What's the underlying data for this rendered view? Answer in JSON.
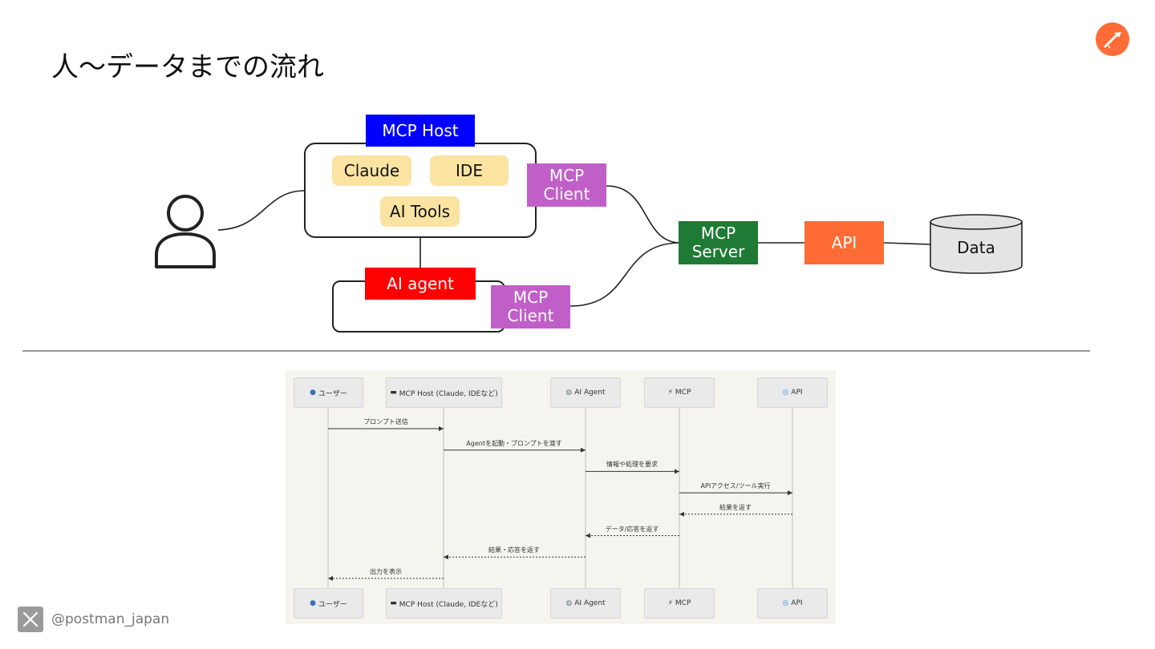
{
  "slide": {
    "title": "人〜データまでの流れ",
    "footer_handle": "@postman_japan"
  },
  "diagram": {
    "mcp_host": "MCP Host",
    "host_apps": [
      "Claude",
      "IDE",
      "AI Tools"
    ],
    "ai_agent": "AI agent",
    "mcp_client_1": [
      "MCP",
      "Client"
    ],
    "mcp_client_2": [
      "MCP",
      "Client"
    ],
    "mcp_server": [
      "MCP",
      "Server"
    ],
    "api": "API",
    "data": "Data"
  },
  "sequence": {
    "actors": [
      {
        "icon": "user-icon",
        "label": "ユーザー"
      },
      {
        "icon": "monitor-icon",
        "label": "MCP Host (Claude, IDEなど)"
      },
      {
        "icon": "robot-icon",
        "label": "AI Agent"
      },
      {
        "icon": "plug-icon",
        "label": "MCP"
      },
      {
        "icon": "globe-icon",
        "label": "API"
      }
    ],
    "messages": [
      {
        "from": 0,
        "to": 1,
        "label": "プロンプト送信",
        "style": "solid"
      },
      {
        "from": 1,
        "to": 2,
        "label": "Agentを起動・プロンプトを渡す",
        "style": "solid"
      },
      {
        "from": 2,
        "to": 3,
        "label": "情報や処理を要求",
        "style": "solid"
      },
      {
        "from": 3,
        "to": 4,
        "label": "APIアクセス/ツール実行",
        "style": "solid"
      },
      {
        "from": 4,
        "to": 3,
        "label": "結果を返す",
        "style": "dashed"
      },
      {
        "from": 3,
        "to": 2,
        "label": "データ/応答を返す",
        "style": "dashed"
      },
      {
        "from": 2,
        "to": 1,
        "label": "結果・応答を返す",
        "style": "dashed"
      },
      {
        "from": 1,
        "to": 0,
        "label": "出力を表示",
        "style": "dashed"
      }
    ]
  }
}
